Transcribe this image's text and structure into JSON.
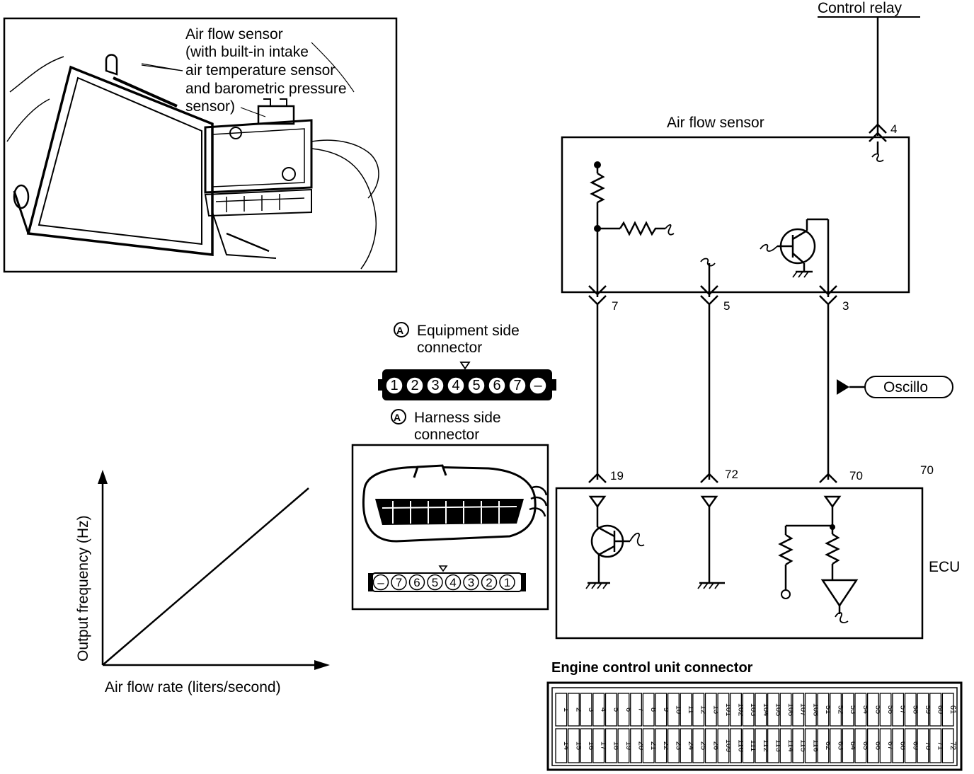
{
  "photo": {
    "callout_lines": [
      "Air flow sensor",
      "(with built-in intake",
      "air temperature sensor",
      "and barometric pressure",
      "sensor)"
    ]
  },
  "circuit": {
    "control_relay": "Control relay",
    "sensor_title": "Air flow sensor",
    "sensor_pins": [
      "4",
      "7",
      "5",
      "3"
    ],
    "ecu_pins": [
      "19",
      "72",
      "70"
    ],
    "extra_label": "70",
    "ecu_label": "ECU",
    "oscillo": "Oscillo"
  },
  "connectors": {
    "equipment_title": [
      "Equipment side",
      "connector"
    ],
    "equipment_pins": [
      "1",
      "2",
      "3",
      "4",
      "5",
      "6",
      "7",
      "–"
    ],
    "harness_title": [
      "Harness side",
      "connector"
    ],
    "harness_pins": [
      "–",
      "7",
      "6",
      "5",
      "4",
      "3",
      "2",
      "1"
    ],
    "marker": "A"
  },
  "graph": {
    "ylabel": "Output frequency (Hz)",
    "xlabel": "Air flow rate (liters/second)"
  },
  "ecu_connector": {
    "title": "Engine control unit connector",
    "top_row": [
      "1",
      "2",
      "3",
      "4",
      "5",
      "6",
      "7",
      "8",
      "9",
      "10",
      "11",
      "12",
      "13",
      "101",
      "102",
      "103",
      "104",
      "105",
      "106",
      "107",
      "108",
      "51",
      "52",
      "53",
      "54",
      "55",
      "56",
      "57",
      "58",
      "59",
      "60",
      "61"
    ],
    "bottom_row": [
      "14",
      "15",
      "16",
      "17",
      "18",
      "19",
      "20",
      "21",
      "22",
      "23",
      "24",
      "25",
      "26",
      "109",
      "110",
      "111",
      "112",
      "113",
      "114",
      "115",
      "116",
      "62",
      "63",
      "64",
      "65",
      "66",
      "67",
      "68",
      "69",
      "70",
      "71",
      "72"
    ]
  }
}
